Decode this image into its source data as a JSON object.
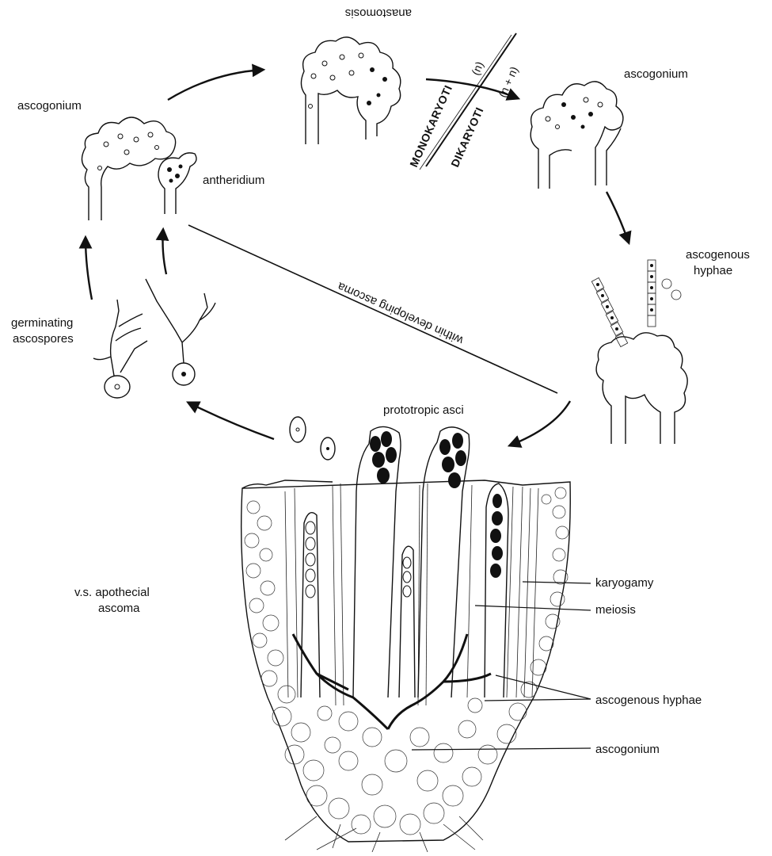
{
  "labels": {
    "ascogonium_left": "ascogonium",
    "antheridium": "antheridium",
    "anastomosis": "anastomosis",
    "ascogonium_right": "ascogonium",
    "monokaryotic": "MONOKARYOTI",
    "dikaryotic": "DIKARYOTI",
    "ploidy_n": "(n)",
    "ploidy_n_n": "(n + n)",
    "ascogenous_hyphae_top_1": "ascogenous",
    "ascogenous_hyphae_top_2": "hyphae",
    "within_ascoma": "within developing ascoma",
    "germinating_1": "germinating",
    "germinating_2": "ascospores",
    "prototropic_asci": "prototropic asci",
    "vs_1": "v.s. apothecial",
    "vs_2": "ascoma",
    "karyogamy": "karyogamy",
    "meiosis": "meiosis",
    "ascogenous_hyphae_bottom": "ascogenous hyphae",
    "ascogonium_bottom": "ascogonium"
  }
}
